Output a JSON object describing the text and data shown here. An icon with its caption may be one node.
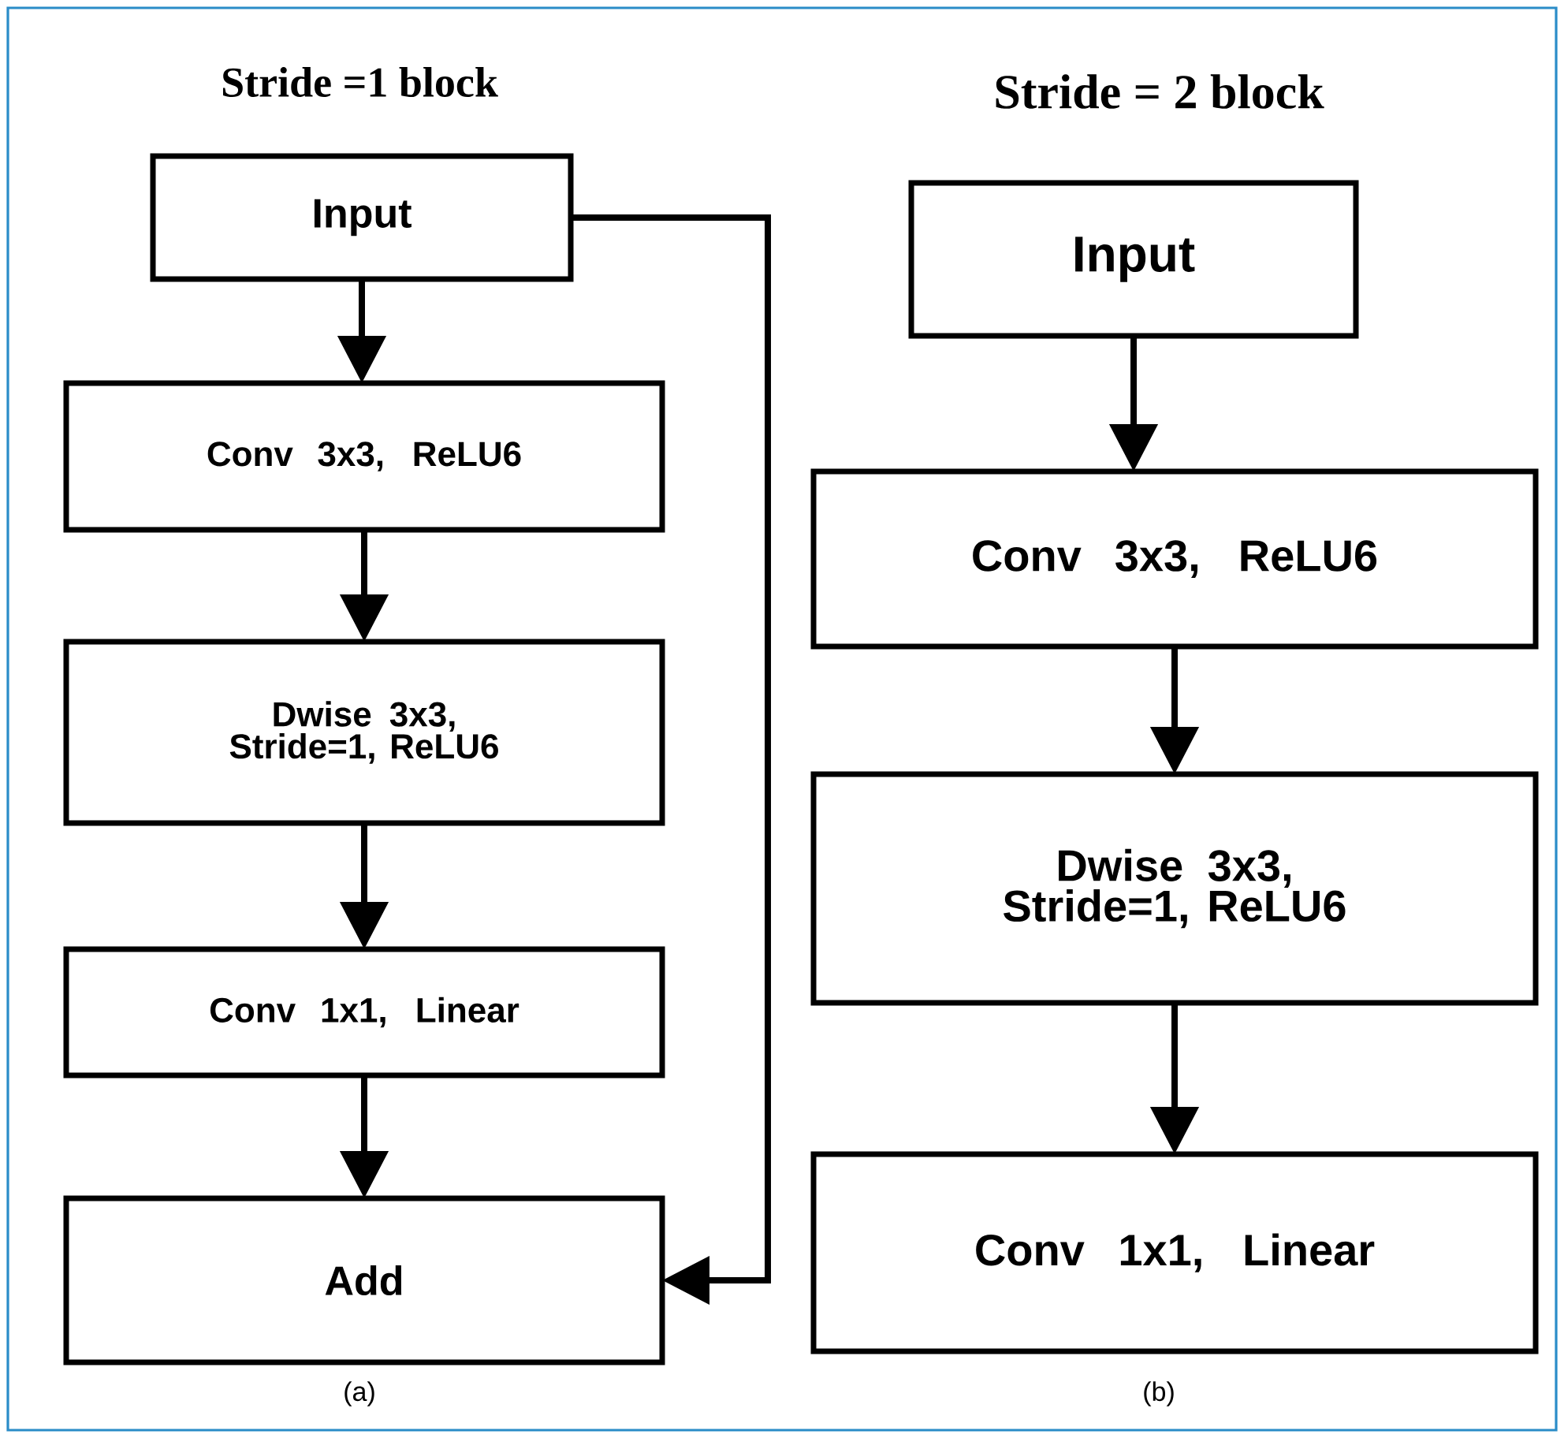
{
  "diagram": {
    "nodes": [
      {
        "text": [
          "Input"
        ]
      },
      {
        "text": [
          "Conv 3x3, ReLU6"
        ]
      },
      {
        "text": [
          "Dwise 3x3, Stride=1, ReLU6"
        ]
      },
      {
        "text": [
          "Conv 1x1, Linear"
        ]
      },
      {
        "text": [
          "Add"
        ]
      },
      {
        "text": [
          "Input"
        ]
      },
      {
        "text": [
          "Conv 3x3, ReLU6"
        ]
      },
      {
        "text": [
          "Dwise 3x3, Stride=1, ReLU6"
        ]
      },
      {
        "text": [
          "Conv 1x1, Linear"
        ]
      }
    ],
    "edges": [
      {
        "from": 0,
        "to": 1,
        "arrow": "to"
      },
      {
        "from": 1,
        "to": 2,
        "arrow": "to"
      },
      {
        "from": 2,
        "to": 3,
        "arrow": "to"
      },
      {
        "from": 3,
        "to": 4,
        "arrow": "to"
      },
      {
        "from": 0,
        "to": 4,
        "arrow": "to"
      },
      {
        "from": 5,
        "to": 6,
        "arrow": "to"
      },
      {
        "from": 6,
        "to": 7,
        "arrow": "to"
      },
      {
        "from": 7,
        "to": 8,
        "arrow": "to"
      }
    ],
    "labels": [
      "Stride =1 block",
      "Stride = 2 block",
      "(a)",
      "(b)"
    ]
  }
}
